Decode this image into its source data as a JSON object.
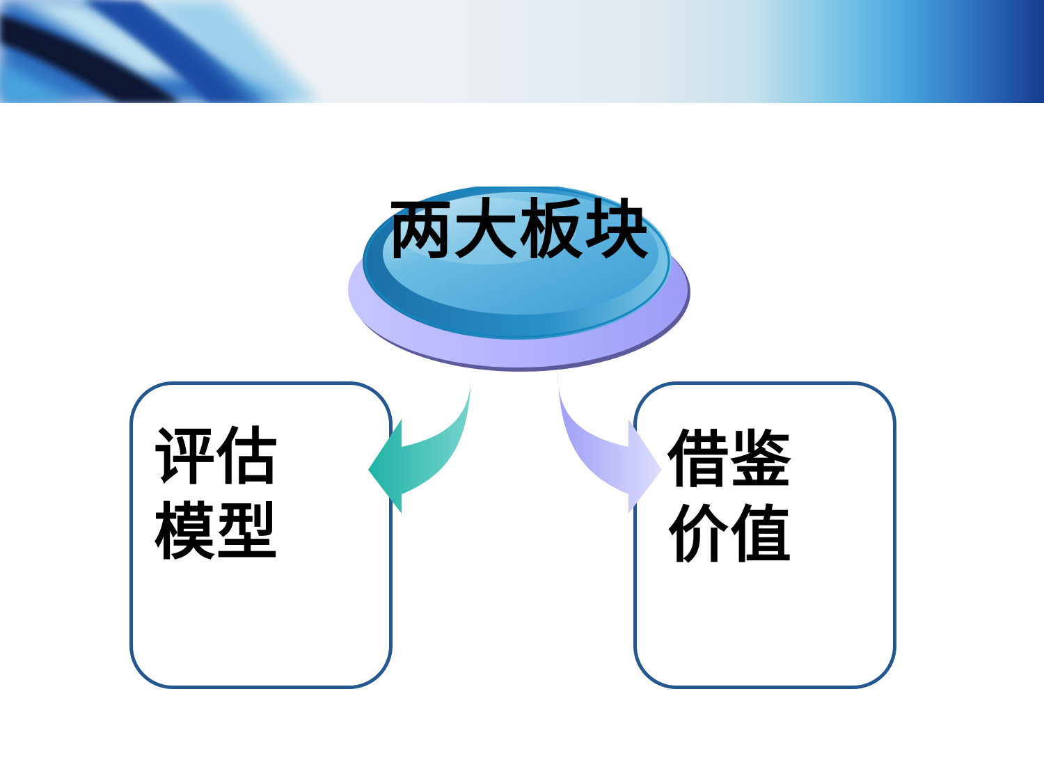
{
  "slide": {
    "header_banner": {
      "description": "blue abstract light-streak banner",
      "colors": {
        "dark_navy": "#0e1630",
        "blue": "#1f4fa8",
        "light_blue": "#4aa6de",
        "fade": "#eef1f5"
      }
    },
    "center_node": {
      "title": "两大板块",
      "colors": {
        "top": "#3aa0d6",
        "top_highlight": "#bfe3f3",
        "rim": "#1e86c2",
        "base": "#b3b3ff",
        "base_shadow": "#5c5a9a"
      }
    },
    "left_branch": {
      "arrow_color_start": "#22b3a8",
      "arrow_color_end": "#74d3cb",
      "lines": [
        "评估",
        "模型"
      ]
    },
    "right_branch": {
      "arrow_color_start": "#9f9ff8",
      "arrow_color_end": "#dcdcfc",
      "lines": [
        "借鉴",
        "价值"
      ]
    },
    "box_border_color": "#245790"
  }
}
